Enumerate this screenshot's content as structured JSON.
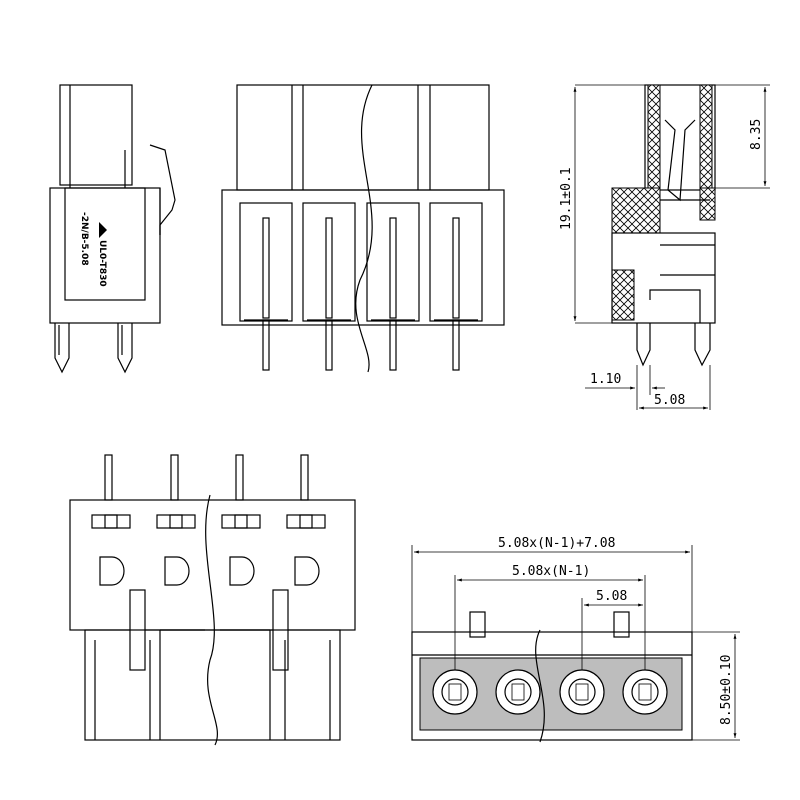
{
  "side_view_marking": {
    "line1": "UL0-T830",
    "line2": "-2N/B-5.08"
  },
  "dimensions": {
    "height_total": "19.1±0.1",
    "height_upper": "8.35",
    "pin_offset": "1.10",
    "pin_pitch": "5.08",
    "overall_length": "5.08x(N-1)+7.08",
    "pitch_span": "5.08x(N-1)",
    "pitch": "5.08",
    "depth": "8.50±0.10"
  },
  "colors": {
    "line": "#000000",
    "hatch_fill": "#bdbdbd"
  }
}
